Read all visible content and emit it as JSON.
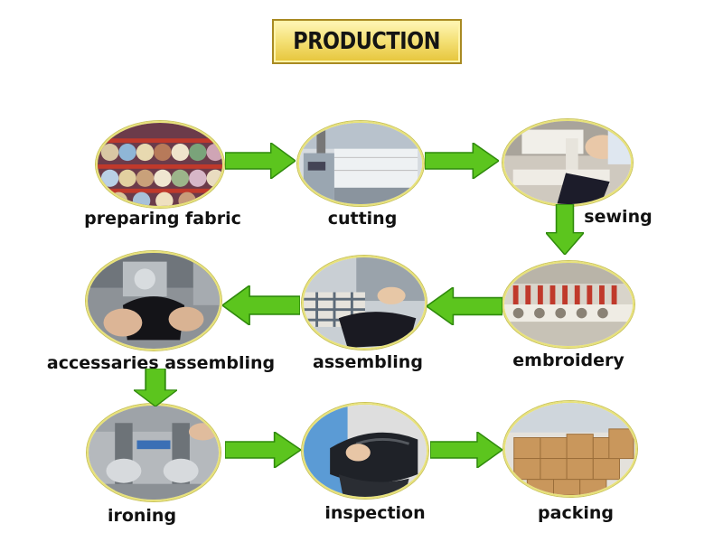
{
  "title": "PRODUCTION",
  "steps": [
    {
      "id": "preparing-fabric",
      "label": "preparing fabric"
    },
    {
      "id": "cutting",
      "label": "cutting"
    },
    {
      "id": "sewing",
      "label": "sewing"
    },
    {
      "id": "embroidery",
      "label": "embroidery"
    },
    {
      "id": "assembling",
      "label": "assembling"
    },
    {
      "id": "accessaries-assembling",
      "label": "accessaries assembling"
    },
    {
      "id": "ironing",
      "label": "ironing"
    },
    {
      "id": "inspection",
      "label": "inspection"
    },
    {
      "id": "packing",
      "label": "packing"
    }
  ],
  "colors": {
    "arrow": "#5cc51e",
    "arrow_dark": "#2f8a0c",
    "title_bg": "#f5e27a",
    "photo_border": "#e8e27a"
  }
}
